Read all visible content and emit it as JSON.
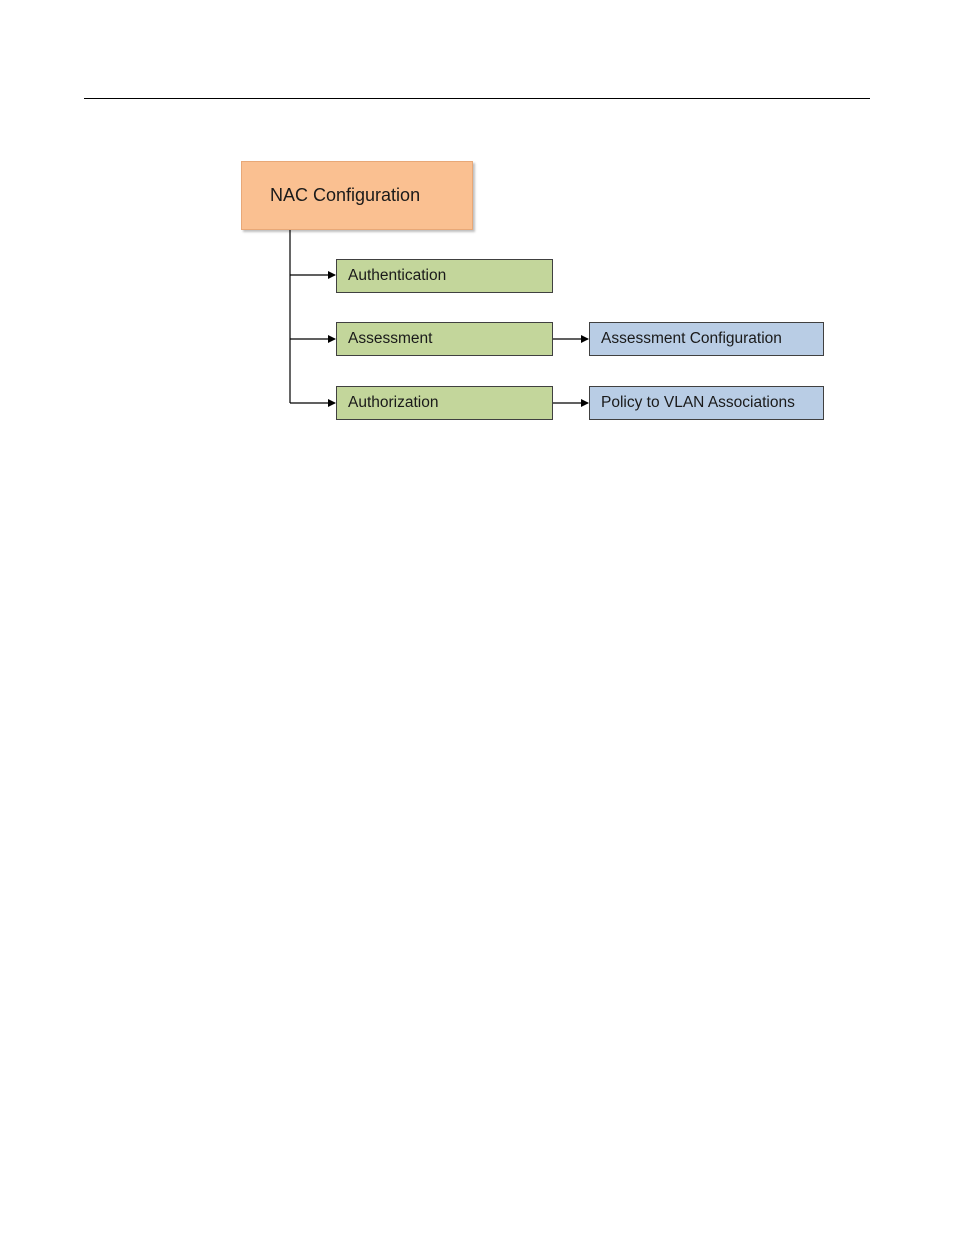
{
  "diagram": {
    "root": {
      "label": "NAC Configuration",
      "color": "#fac091"
    },
    "children": [
      {
        "label": "Authentication",
        "color": "#c3d69b"
      },
      {
        "label": "Assessment",
        "color": "#c3d69b",
        "child": {
          "label": "Assessment Configuration",
          "color": "#b9cde5"
        }
      },
      {
        "label": "Authorization",
        "color": "#c3d69b",
        "child": {
          "label": "Policy to VLAN Associations",
          "color": "#b9cde5"
        }
      }
    ]
  }
}
